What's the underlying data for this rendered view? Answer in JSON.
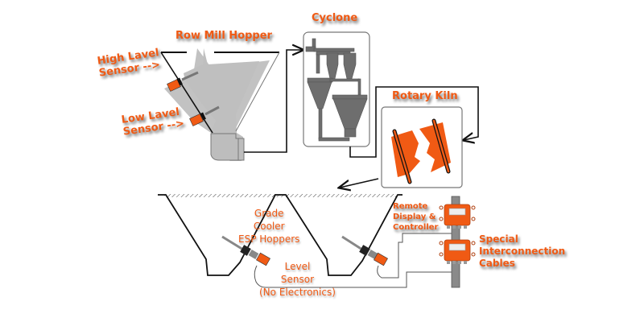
{
  "diagram": {
    "title_labels": {
      "raw_mill_hopper": "Row Mill Hopper",
      "cyclone": "Cyclone",
      "rotary_kiln": "Rotary Kiln"
    },
    "sensor_labels": {
      "high_level": [
        "High Lavel",
        "Sensor -->"
      ],
      "low_level": [
        "Low Lavel",
        "Sensor -->"
      ]
    },
    "hoppers_label": [
      "Grade",
      "Cooler",
      "ESP Hoppers"
    ],
    "level_sensor_label": [
      "Level",
      "Sensor",
      "(No Electronics)"
    ],
    "remote_label": [
      "Remote",
      "Display &",
      "Controller"
    ],
    "cables_label": [
      "Special",
      "Interconnection",
      "Cables"
    ],
    "colors": {
      "accent": "#f05a14",
      "equipment_gray": "#6e6e6e",
      "material_gray": "#bdbdbd",
      "line": "#111111"
    }
  }
}
